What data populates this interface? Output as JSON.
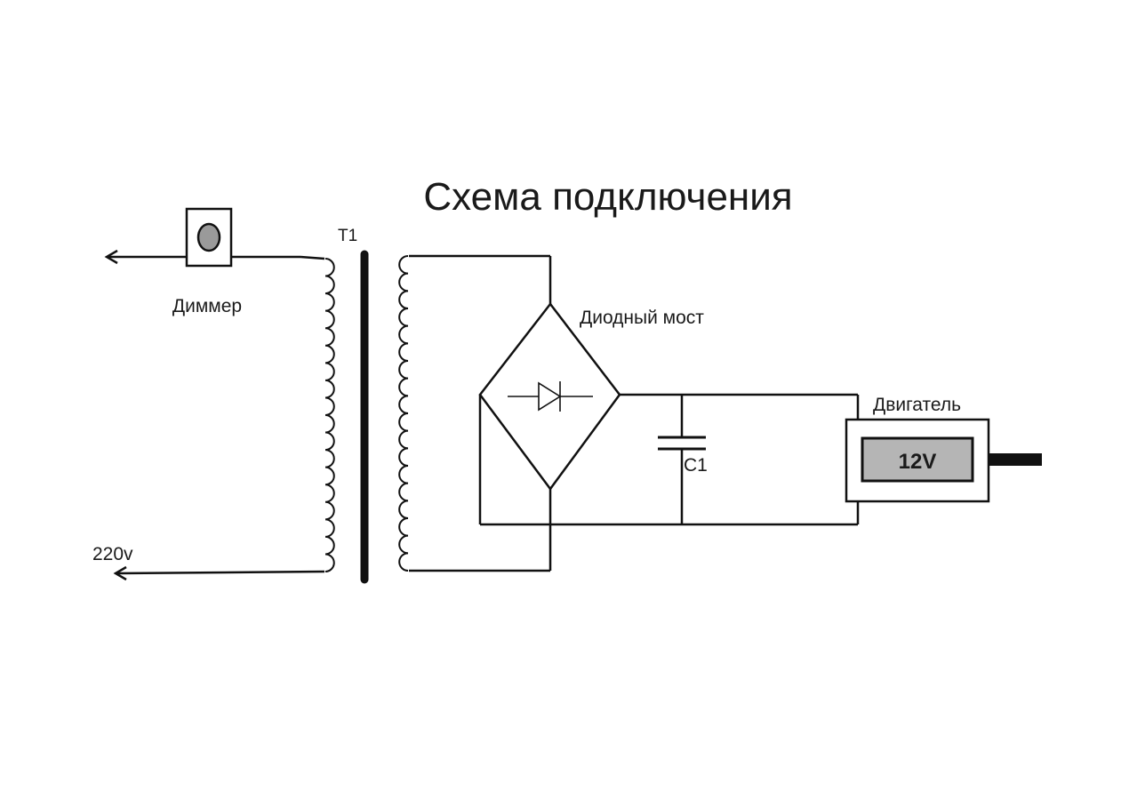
{
  "title": "Схема подключения",
  "labels": {
    "transformer": "T1",
    "dimmer": "Диммер",
    "diode_bridge": "Диодный мост",
    "capacitor": "C1",
    "motor": "Двигатель",
    "motor_voltage": "12V",
    "input_voltage": "220v"
  },
  "colors": {
    "line": "#111111",
    "knob": "#9a9a9a",
    "motor_display": "#b5b5b5",
    "background": "#ffffff"
  }
}
